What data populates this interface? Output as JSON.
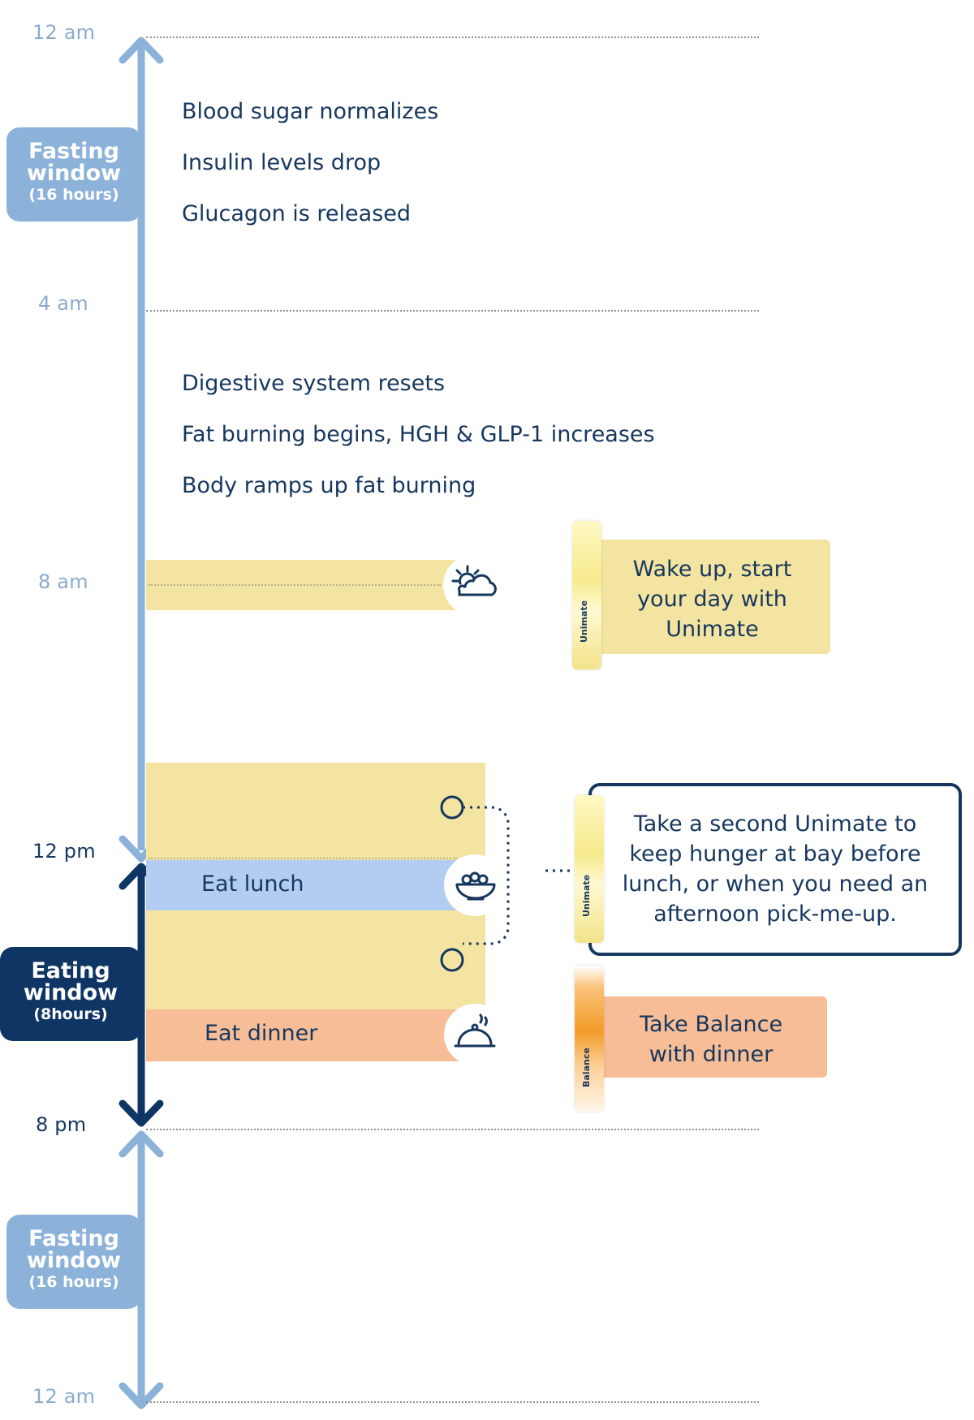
{
  "time_labels": {
    "t_12am_top": "12 am",
    "t_4am": "4 am",
    "t_8am": "8 am",
    "t_12pm": "12 pm",
    "t_8pm": "8 pm",
    "t_12am_bottom": "12 am"
  },
  "windows": {
    "fasting_top": {
      "title_line1": "Fasting",
      "title_line2": "window",
      "duration": "(16 hours)"
    },
    "eating": {
      "title_line1": "Eating",
      "title_line2": "window",
      "duration": "(8hours)"
    },
    "fasting_bottom": {
      "title_line1": "Fasting",
      "title_line2": "window",
      "duration": "(16 hours)"
    }
  },
  "facts": [
    "Blood sugar normalizes",
    "Insulin levels drop",
    "Glucagon is released",
    "Digestive system resets",
    "Fat burning begins, HGH & GLP-1 increases",
    "Body ramps up fat burning"
  ],
  "meals": {
    "lunch": "Eat lunch",
    "dinner": "Eat dinner"
  },
  "callouts": {
    "wake_line1": "Wake up, start",
    "wake_line2": "your day with",
    "wake_line3": "Unimate",
    "second_line1": "Take a second Unimate to",
    "second_line2": "keep hunger at bay before",
    "second_line3": "lunch, or when you need an",
    "second_line4": "afternoon pick-me-up.",
    "balance_line1": "Take Balance",
    "balance_line2": "with dinner"
  },
  "packets": {
    "unimate": "Unimate",
    "balance": "Balance"
  },
  "icons": {
    "sunrise": "sun-cloud-icon",
    "lunch": "bowl-icon",
    "dinner": "cloche-icon"
  },
  "colors": {
    "fasting_blue": "#8cb2d9",
    "eating_navy": "#0f3564",
    "lunch_blue": "#b3cdf2",
    "yellow": "#f4e4a1",
    "orange": "#f7bd96",
    "text_navy": "#16375e"
  }
}
